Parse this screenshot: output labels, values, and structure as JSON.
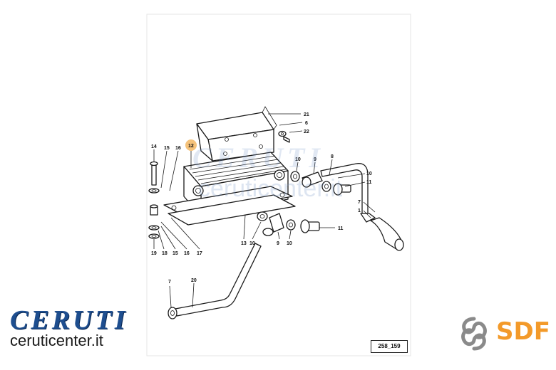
{
  "diagram": {
    "callouts": {
      "c21": "21",
      "c6": "6",
      "c22": "22",
      "c14": "14",
      "c15a": "15",
      "c16a": "16",
      "c12": "12",
      "c10a": "10",
      "c9a": "9",
      "c8": "8",
      "c10b": "10",
      "c11a": "11",
      "c19": "19",
      "c18": "18",
      "c15b": "15",
      "c16b": "16",
      "c17": "17",
      "c13": "13",
      "c10c": "10",
      "c9b": "9",
      "c10d": "10",
      "c11b": "11",
      "c7a": "7",
      "c1": "1",
      "c7b": "7",
      "c20": "20"
    },
    "highlight_color": "#f5c27a",
    "drawing_code": "258_159"
  },
  "branding": {
    "dealer_name": "CERUTI",
    "dealer_site": "ceruticenter.it",
    "dealer_color": "#1e4e8f",
    "maker_name": "SDF",
    "maker_color": "#f39a2a",
    "maker_logo_icon": "sdf-swirl-icon"
  }
}
